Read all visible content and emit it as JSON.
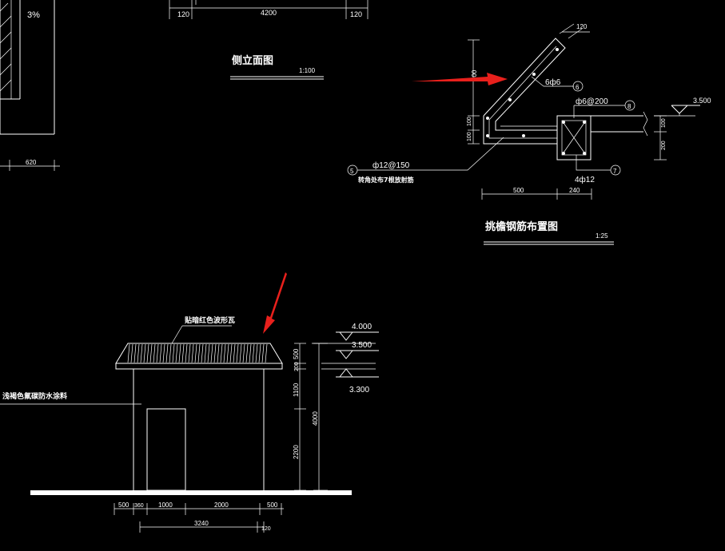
{
  "colors": {
    "background": "#000000",
    "line": "#ffffff",
    "annotation_arrow": "#e8201c"
  },
  "side_elevation": {
    "title": "侧立面图",
    "scale": "1:100",
    "top_dims": {
      "left": "120",
      "middle": "4200",
      "right": "120"
    },
    "slope": "3%",
    "bottom_dim": "620"
  },
  "eave_rebar": {
    "title": "挑檐钢筋布置图",
    "scale": "1:25",
    "dim_top": "120",
    "dim_height": "500",
    "dim_100": "100",
    "dim_100b": "100",
    "dim_200": "200",
    "dim_500": "500",
    "dim_240": "240",
    "bar_6": "6ф6",
    "stirrup": "ф6@200",
    "bar_5": "ф12@150",
    "bar_5_note": "转角处布7根放射筋",
    "bar_7": "4ф12",
    "tag_6": "6",
    "tag_8": "8",
    "tag_5": "5",
    "tag_7": "7",
    "elevation_mark": "3.500"
  },
  "front_elevation": {
    "roof_note": "贴暗红色波形瓦",
    "wall_note": "浅褐色氟碳防水涂料",
    "levels": {
      "top": "4.000",
      "mid": "3.500",
      "low": "3.300"
    },
    "dims_vertical": {
      "v500": "500",
      "v200": "200",
      "v1100": "1100",
      "v2200": "2200",
      "v4000": "4000"
    },
    "dims_bottom": {
      "d500a": "500",
      "d360": "360",
      "d1000": "1000",
      "d2000": "2000",
      "d500b": "500",
      "d3240": "3240",
      "d120": "120"
    }
  }
}
